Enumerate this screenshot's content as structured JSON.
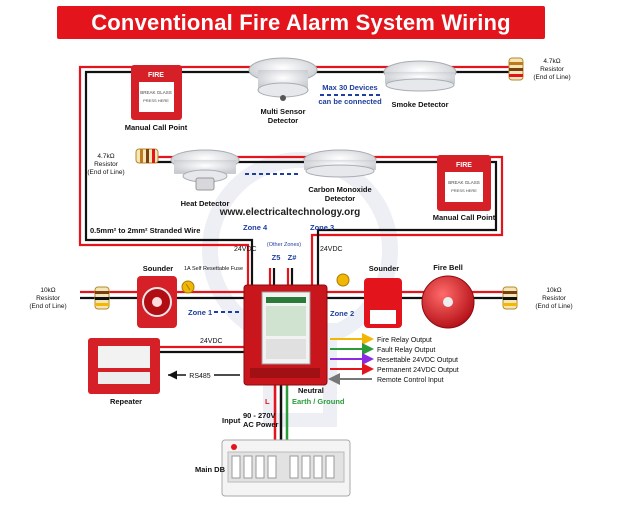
{
  "title": "Conventional Fire Alarm System Wiring",
  "watermark": "www.electricaltechnology.org",
  "colors": {
    "banner": "#e3141b",
    "wire_red": "#e3141b",
    "wire_black": "#111111",
    "device_red": "#d42026",
    "zone_blue": "#1f3f9e"
  },
  "devices": {
    "manual_call_point_1": {
      "label": "Manual Call Point",
      "face_text": "FIRE",
      "glass_text": "BREAK GLASS",
      "press_text": "PRESS HERE"
    },
    "multi_sensor": {
      "label_line1": "Multi Sensor",
      "label_line2": "Detector"
    },
    "smoke_detector": {
      "label": "Smoke Detector"
    },
    "heat_detector": {
      "label": "Heat Detector"
    },
    "co_detector": {
      "label_line1": "Carbon Monoxide",
      "label_line2": "Detector"
    },
    "manual_call_point_2": {
      "label": "Manual Call Point",
      "face_text": "FIRE",
      "glass_text": "BREAK GLASS",
      "press_text": "PRESS HERE"
    },
    "sounder_left": {
      "label": "Sounder"
    },
    "sounder_right": {
      "label": "Sounder"
    },
    "fire_bell": {
      "label": "Fire Bell"
    },
    "repeater": {
      "label": "Repeater"
    },
    "main_db": {
      "label": "Main DB"
    },
    "fuse": {
      "label": "1A Self Resettable Fuse"
    }
  },
  "resistors": {
    "top_right": {
      "line1": "4.7kΩ",
      "line2": "Resistor",
      "line3": "(End of Line)"
    },
    "middle_left": {
      "line1": "4.7kΩ",
      "line2": "Resistor",
      "line3": "(End of Line)"
    },
    "lower_left": {
      "line1": "10kΩ",
      "line2": "Resistor",
      "line3": "(End of Line)"
    },
    "lower_right": {
      "line1": "10kΩ",
      "line2": "Resistor",
      "line3": "(End of Line)"
    }
  },
  "notes": {
    "max_devices_line1": "Max 30 Devices",
    "max_devices_line2": "can be connected",
    "wire_spec": "0.5mm² to 2mm² Stranded Wire"
  },
  "zones": {
    "zone1": "Zone 1",
    "zone2": "Zone 2",
    "zone3": "Zone 3",
    "zone4": "Zone 4",
    "other_zones": "(Other Zones)",
    "z5": "Z5",
    "z_hash": "Z#"
  },
  "voltages": {
    "v_zone4": "24VDC",
    "v_zone3": "24VDC",
    "v_repeater": "24VDC"
  },
  "rs485": "RS485",
  "outputs": [
    {
      "label": "Fire Relay Output",
      "color": "#f2b705"
    },
    {
      "label": "Fault Relay Output",
      "color": "#2a9d3a"
    },
    {
      "label": "Resettable 24VDC Output",
      "color": "#8a2be2"
    },
    {
      "label": "Permanent 24VDC Output",
      "color": "#e3141b"
    },
    {
      "label": "Remote Control Input",
      "color": "#777777"
    }
  ],
  "power": {
    "neutral": "Neutral",
    "earth": "Earth / Ground",
    "live": "L",
    "input_label": "Input",
    "range_line1": "90 - 270V",
    "range_line2": "AC Power"
  }
}
